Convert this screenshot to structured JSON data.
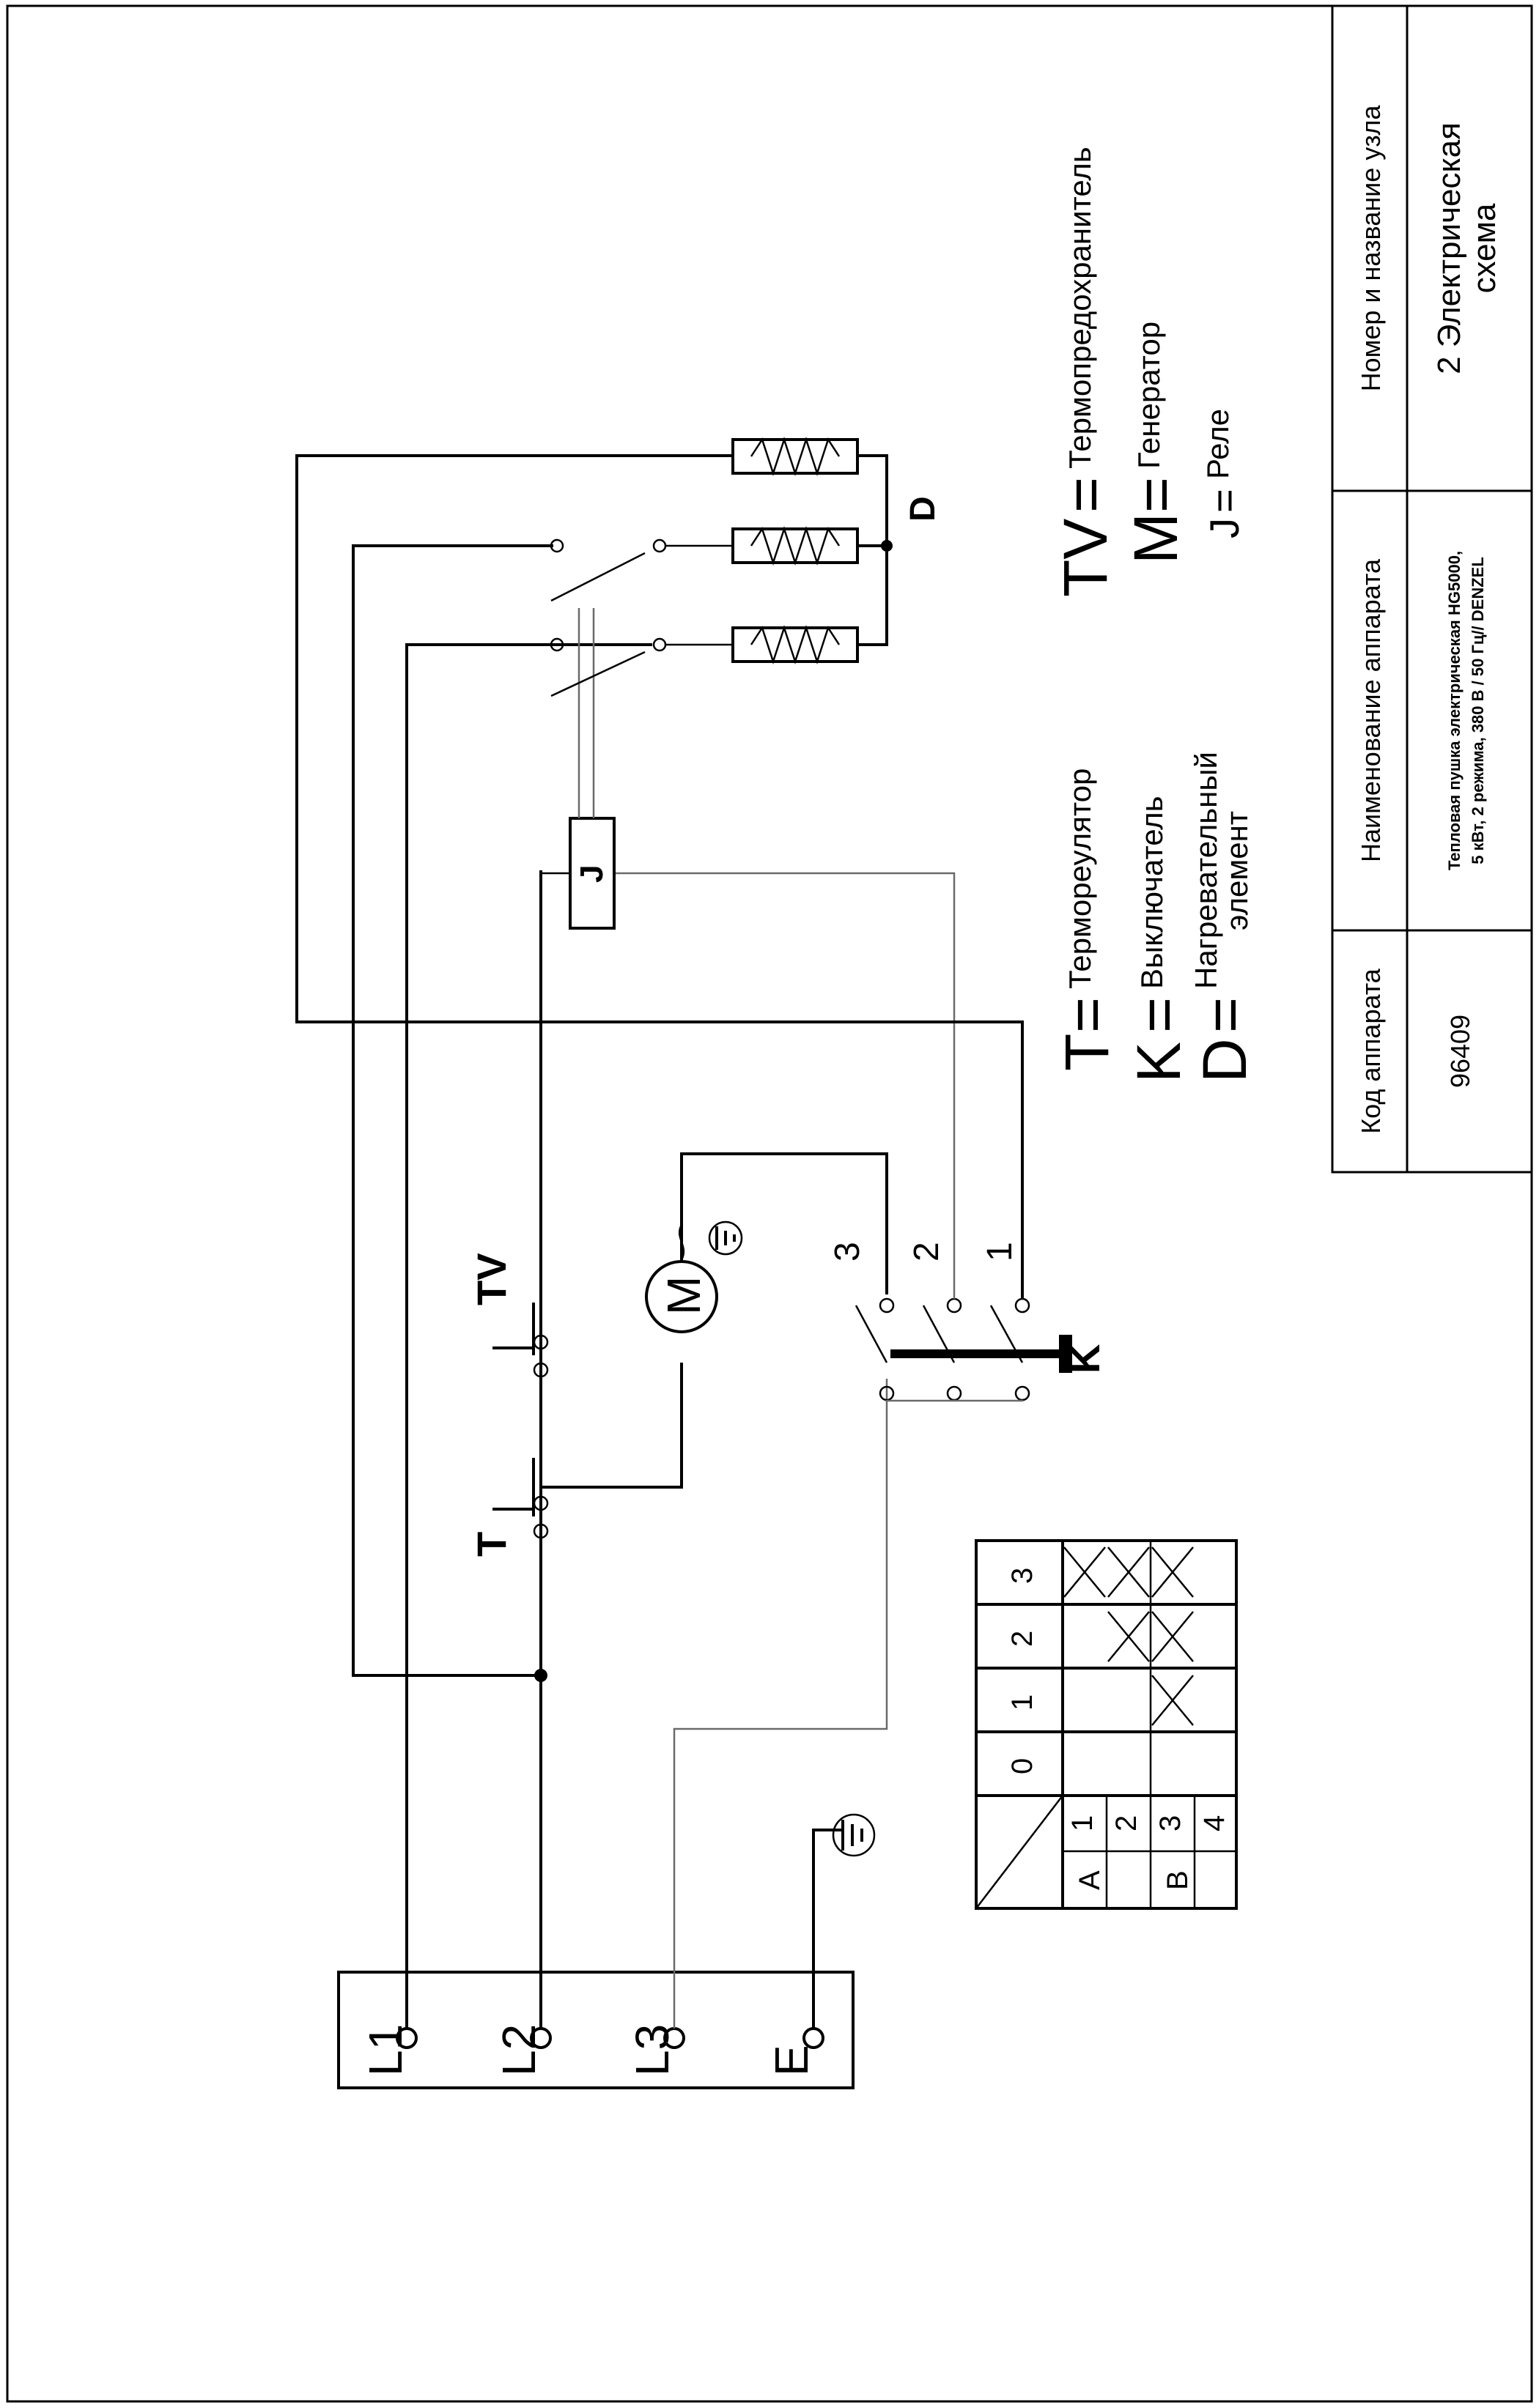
{
  "title_block": {
    "col_code": {
      "header": "Код аппарата",
      "value": "96409"
    },
    "col_name": {
      "header": "Наименование аппарата",
      "value_line1": "Тепловая пушка электрическая HG5000,",
      "value_line2": "5 кВт, 2 режима, 380 В / 50 Гц// DENZEL"
    },
    "col_node": {
      "header": "Номер и название узла",
      "value_line1": "2 Электрическая",
      "value_line2": "схема"
    }
  },
  "legend": {
    "T": {
      "sym": "T",
      "text": "Термореулятор"
    },
    "K": {
      "sym": "K",
      "text": "Выключатель"
    },
    "D": {
      "sym": "D",
      "text_line1": "Нагревательный",
      "text_line2": "элемент"
    },
    "TV": {
      "sym": "TV",
      "text": "Термопредохранитель"
    },
    "M": {
      "sym": "M",
      "text": "Генератор"
    },
    "J": {
      "sym": "J",
      "text": "Реле"
    },
    "eq": "="
  },
  "terminals": {
    "L1": "L1",
    "L2": "L2",
    "L3": "L3",
    "E": "E"
  },
  "components": {
    "T": "T",
    "TV": "TV",
    "K": "K",
    "D": "D",
    "J": "J",
    "M": "M"
  },
  "switch_positions": {
    "p1": "1",
    "p2": "2",
    "p3": "3"
  },
  "mode_table": {
    "positions": [
      "0",
      "1",
      "2",
      "3"
    ],
    "group_A": "A",
    "group_B": "B",
    "rows": [
      "1",
      "2",
      "3",
      "4"
    ]
  }
}
